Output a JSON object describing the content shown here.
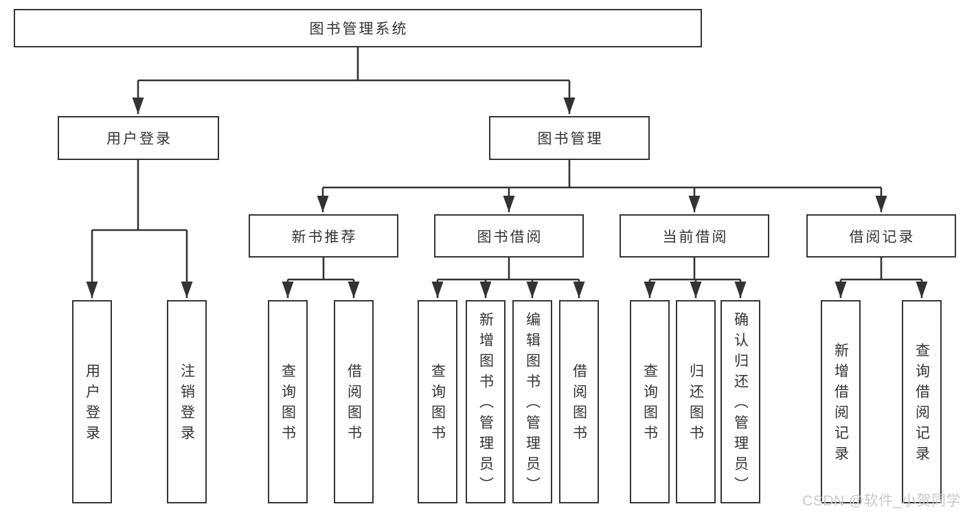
{
  "tree": {
    "label": "图书管理系统",
    "children": [
      {
        "label": "用户登录",
        "children": [
          {
            "label": "用户登录"
          },
          {
            "label": "注销登录"
          }
        ]
      },
      {
        "label": "图书管理",
        "children": [
          {
            "label": "新书推荐",
            "children": [
              {
                "label": "查询图书"
              },
              {
                "label": "借阅图书"
              }
            ]
          },
          {
            "label": "图书借阅",
            "children": [
              {
                "label": "查询图书"
              },
              {
                "label": "新增图书（管理员）"
              },
              {
                "label": "编辑图书（管理员）"
              },
              {
                "label": "借阅图书"
              }
            ]
          },
          {
            "label": "当前借阅",
            "children": [
              {
                "label": "查询图书"
              },
              {
                "label": "归还图书"
              },
              {
                "label": "确认归还（管理员）"
              }
            ]
          },
          {
            "label": "借阅记录",
            "children": [
              {
                "label": "新增借阅记录"
              },
              {
                "label": "查询借阅记录"
              }
            ]
          }
        ]
      }
    ]
  },
  "watermark": {
    "text": "CSDN @软件_小贺同学"
  },
  "colors": {
    "line": "#333333",
    "box_border": "#333333",
    "text": "#333333",
    "background": "#ffffff",
    "watermark": "#c9c9c9"
  }
}
